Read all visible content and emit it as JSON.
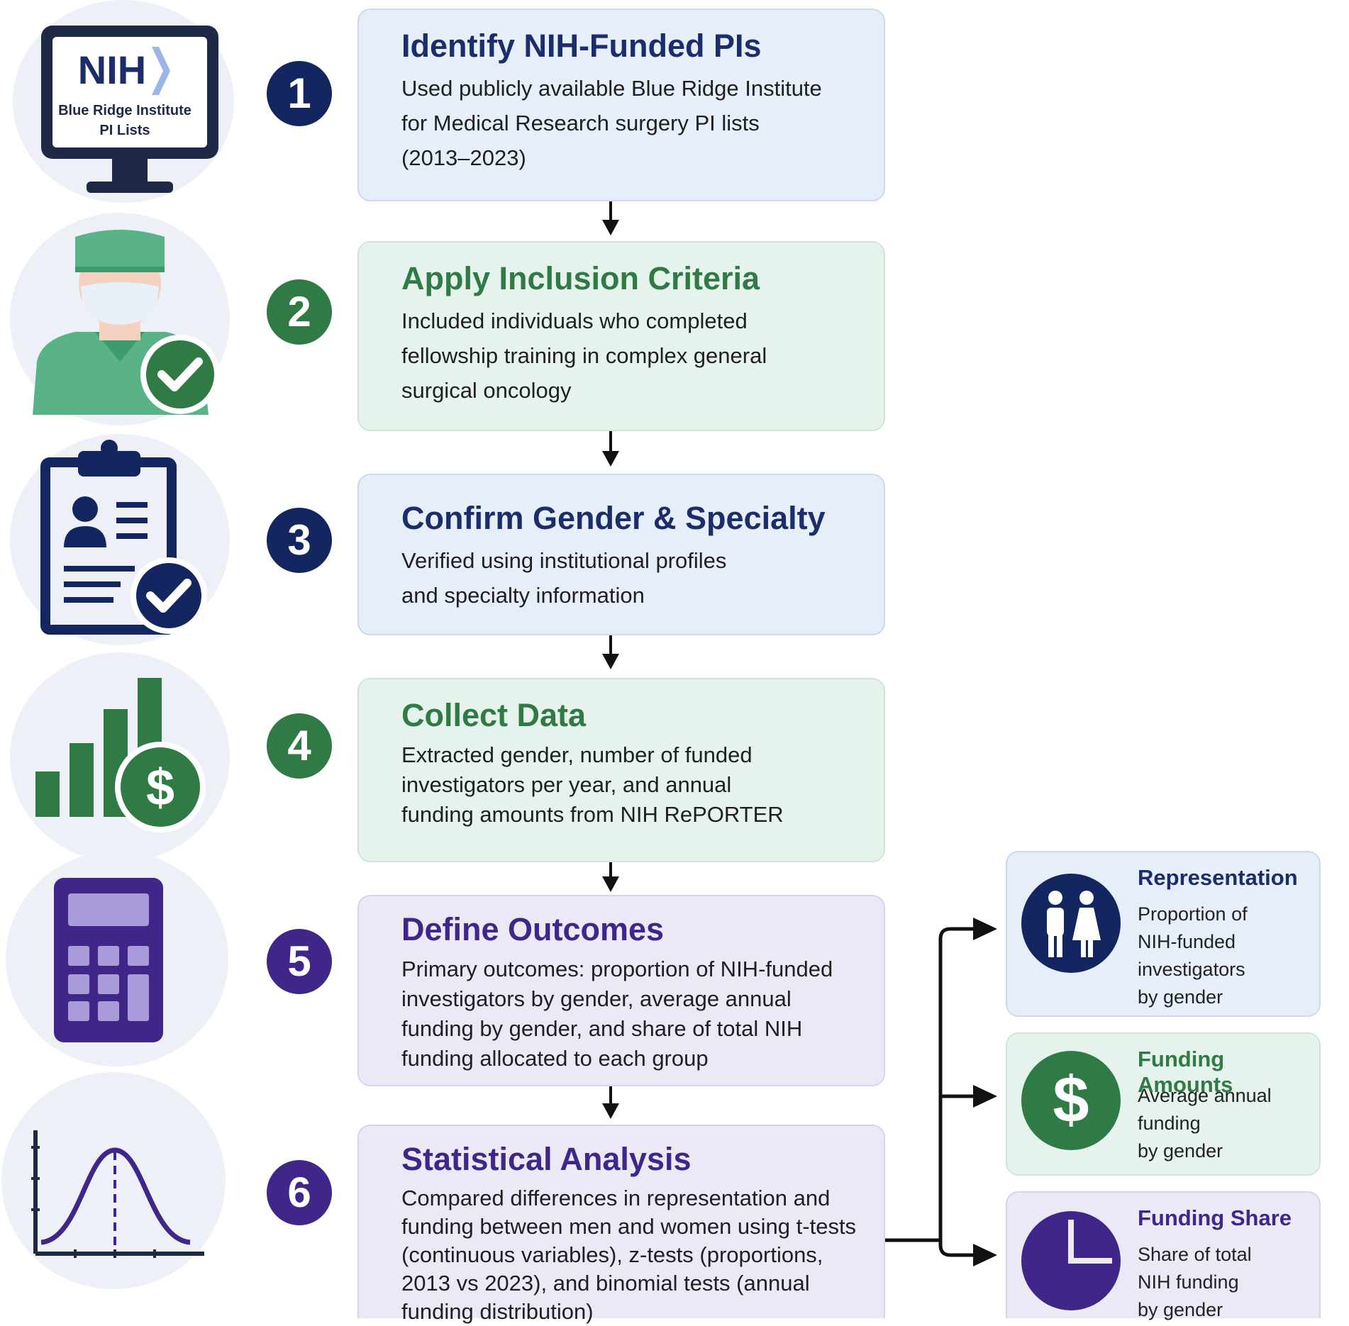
{
  "steps": [
    {
      "number": "1",
      "title": "Identify NIH-Funded PIs",
      "lines": [
        "Used publicly available Blue Ridge Institute",
        "for Medical Research surgery PI lists",
        "(2013–2023)"
      ]
    },
    {
      "number": "2",
      "title": "Apply Inclusion Criteria",
      "lines": [
        "Included individuals who completed",
        "fellowship training in complex general",
        "surgical oncology"
      ]
    },
    {
      "number": "3",
      "title": "Confirm Gender & Specialty",
      "lines": [
        "Verified using institutional profiles",
        "and specialty information"
      ]
    },
    {
      "number": "4",
      "title": "Collect Data",
      "lines": [
        "Extracted gender, number of funded",
        "investigators per year, and annual",
        "funding amounts from NIH RePORTER"
      ]
    },
    {
      "number": "5",
      "title": "Define Outcomes",
      "lines": [
        "Primary outcomes: proportion of NIH-funded",
        "investigators by gender, average annual",
        "funding by gender, and share of total NIH",
        "funding allocated to each group"
      ]
    },
    {
      "number": "6",
      "title": "Statistical Analysis",
      "lines": [
        "Compared differences in representation and",
        "funding between men and women using t-tests",
        "(continuous variables), z-tests (proportions,",
        "2013 vs 2023), and binomial tests (annual",
        "funding distribution)"
      ]
    }
  ],
  "outcomes": [
    {
      "title": "Representation",
      "lines": [
        "Proportion of",
        "NIH-funded",
        "investigators",
        "by gender"
      ],
      "icon": "people-icon"
    },
    {
      "title": "Funding Amounts",
      "lines": [
        "Average annual",
        "funding",
        "by gender"
      ],
      "icon": "dollar-icon"
    },
    {
      "title": "Funding Share",
      "lines": [
        "Share of total",
        "NIH funding",
        "by gender"
      ],
      "icon": "pie-chart-icon"
    }
  ],
  "monitor": {
    "logo": "NIH",
    "line1": "Blue Ridge Institute",
    "line2": "PI Lists"
  },
  "colors": {
    "navy": "#13265f",
    "green": "#2f7a45",
    "purple": "#3f2688"
  }
}
